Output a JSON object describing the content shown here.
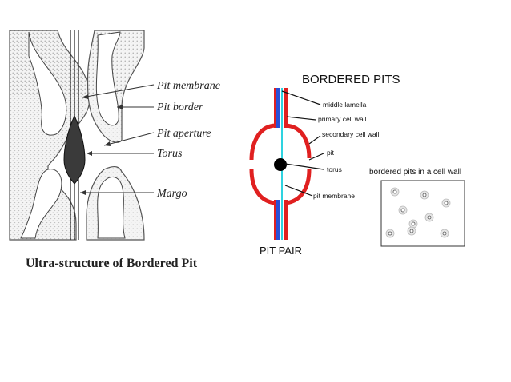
{
  "left_diagram": {
    "labels": {
      "pit_membrane": "Pit membrane",
      "pit_border": "Pit border",
      "pit_aperture": "Pit aperture",
      "torus": "Torus",
      "margo": "Margo"
    },
    "caption": "Ultra-structure of Bordered Pit"
  },
  "right_diagram": {
    "title": "BORDERED PITS",
    "labels": {
      "middle_lamella": "middle lamella",
      "primary_cell_wall": "primary cell wall",
      "secondary_cell_wall": "secondary cell wall",
      "pit": "pit",
      "torus": "torus",
      "pit_membrane": "pit membrane"
    },
    "caption": "PIT PAIR",
    "colors": {
      "middle_lamella": "#2a4fd6",
      "primary_wall": "#e02020",
      "secondary_wall": "#e02020",
      "pit_membrane": "#2ed3e0",
      "torus": "#000000"
    }
  },
  "cell_wall_box": {
    "title": "bordered pits in a cell wall",
    "pit_count": 9
  }
}
